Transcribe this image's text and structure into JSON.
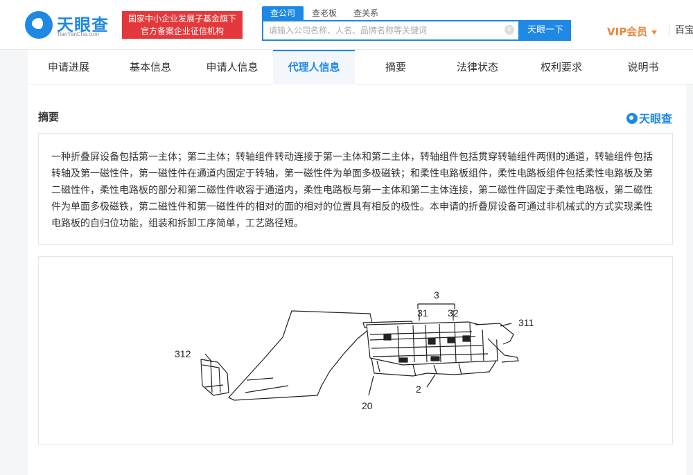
{
  "header": {
    "logo_text": "天眼查",
    "logo_sub": "TianYanCha.com",
    "slogan_line1": "国家中小企业发展子基金旗下",
    "slogan_line2": "官方备案企业征信机构",
    "search_tabs": [
      {
        "label": "查公司",
        "active": true
      },
      {
        "label": "查老板",
        "active": false
      },
      {
        "label": "查关系",
        "active": false
      }
    ],
    "search_placeholder": "请输入公司名称、人名、品牌名称等关键词",
    "clear_symbol": "×",
    "search_button": "天眼一下",
    "vip_label": "VIP会员",
    "more_label": "百宝"
  },
  "tabs": [
    {
      "label": "申请进展",
      "active": false
    },
    {
      "label": "基本信息",
      "active": false
    },
    {
      "label": "申请人信息",
      "active": false
    },
    {
      "label": "代理人信息",
      "active": true
    },
    {
      "label": "摘要",
      "active": false
    },
    {
      "label": "法律状态",
      "active": false
    },
    {
      "label": "权利要求",
      "active": false
    },
    {
      "label": "说明书",
      "active": false
    }
  ],
  "section": {
    "title": "摘要",
    "brand": "天眼查"
  },
  "abstract_text": "一种折叠屏设备包括第一主体；第二主体；转轴组件转动连接于第一主体和第二主体，转轴组件包括贯穿转轴组件两侧的通道，转轴组件包括转轴及第一磁性件，第一磁性件在通道内固定于转轴，第一磁性件为单面多极磁铁；和柔性电路板组件，柔性电路板组件包括柔性电路板及第二磁性件，柔性电路板的部分和第二磁性件收容于通道内，柔性电路板与第一主体和第二主体连接，第二磁性件固定于柔性电路板，第二磁性件为单面多极磁铁，第二磁性件和第一磁性件的相对的面的相对的位置具有相反的极性。本申请的折叠屏设备可通过非机械式的方式实现柔性电路板的自归位功能，组装和拆卸工序简单，工艺路径短。",
  "figure_labels": {
    "label_3": "3",
    "label_31": "31",
    "label_32": "32",
    "label_311": "311",
    "label_312": "312",
    "label_2": "2",
    "label_20": "20"
  },
  "colors": {
    "accent": "#1e88e5",
    "slogan_bg": "#e4393c",
    "vip": "#e8873a"
  }
}
